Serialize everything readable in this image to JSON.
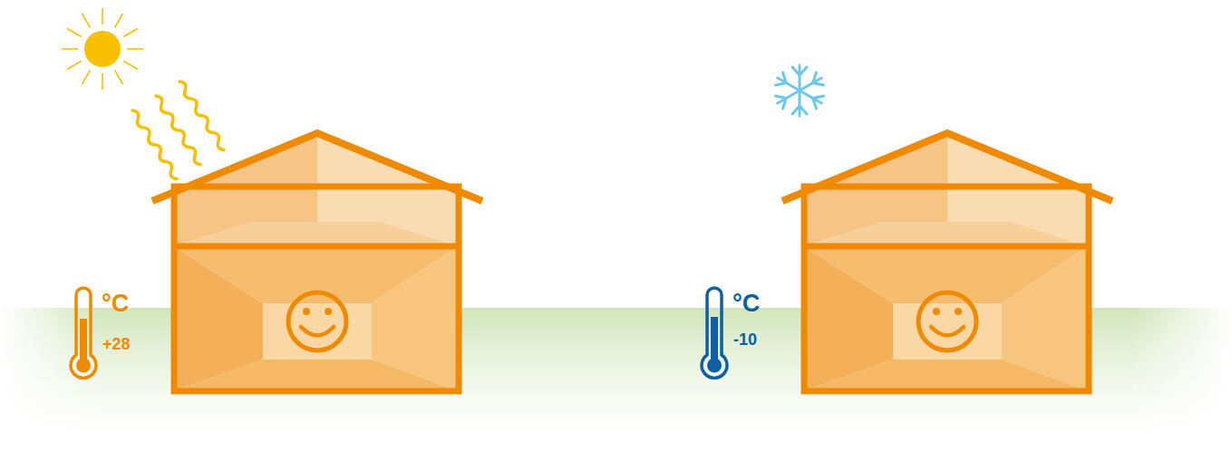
{
  "diagram": {
    "labels": [
      "°C",
      "+28",
      "°C",
      "-10"
    ]
  }
}
